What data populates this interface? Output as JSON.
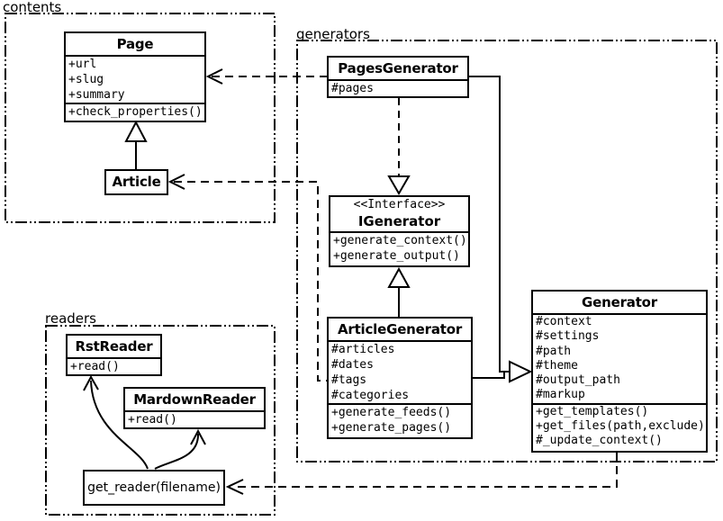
{
  "packages": {
    "contents": {
      "label": "contents"
    },
    "generators": {
      "label": "generators"
    },
    "readers": {
      "label": "readers"
    }
  },
  "classes": {
    "page": {
      "name": "Page",
      "attributes": [
        "+url",
        "+slug",
        "+summary"
      ],
      "methods": [
        "+check_properties()"
      ]
    },
    "article": {
      "name": "Article"
    },
    "pages_generator": {
      "name": "PagesGenerator",
      "attributes": [
        "#pages"
      ]
    },
    "igenerator": {
      "stereotype": "<<Interface>>",
      "name": "IGenerator",
      "methods": [
        "+generate_context()",
        "+generate_output()"
      ]
    },
    "article_generator": {
      "name": "ArticleGenerator",
      "attributes": [
        "#articles",
        "#dates",
        "#tags",
        "#categories"
      ],
      "methods": [
        "+generate_feeds()",
        "+generate_pages()"
      ]
    },
    "generator": {
      "name": "Generator",
      "attributes": [
        "#context",
        "#settings",
        "#path",
        "#theme",
        "#output_path",
        "#markup"
      ],
      "methods": [
        "+get_templates()",
        "+get_files(path,exclude)",
        "#_update_context()"
      ]
    },
    "rst_reader": {
      "name": "RstReader",
      "methods": [
        "+read()"
      ]
    },
    "markdown_reader": {
      "name": "MardownReader",
      "methods": [
        "+read()"
      ]
    },
    "get_reader": {
      "label": "get_reader(filename)"
    }
  },
  "relationships": [
    {
      "from": "Article",
      "to": "Page",
      "type": "inheritance"
    },
    {
      "from": "PagesGenerator",
      "to": "Page",
      "type": "dependency"
    },
    {
      "from": "ArticleGenerator",
      "to": "Article",
      "type": "dependency"
    },
    {
      "from": "PagesGenerator",
      "to": "IGenerator",
      "type": "realization"
    },
    {
      "from": "ArticleGenerator",
      "to": "IGenerator",
      "type": "realization"
    },
    {
      "from": "PagesGenerator",
      "to": "Generator",
      "type": "inheritance"
    },
    {
      "from": "ArticleGenerator",
      "to": "Generator",
      "type": "inheritance"
    },
    {
      "from": "Generator",
      "to": "get_reader(filename)",
      "type": "dependency"
    },
    {
      "from": "get_reader(filename)",
      "to": "RstReader",
      "type": "association"
    },
    {
      "from": "get_reader(filename)",
      "to": "MardownReader",
      "type": "association"
    }
  ],
  "colors": {
    "line": "#000000",
    "background": "#ffffff"
  }
}
